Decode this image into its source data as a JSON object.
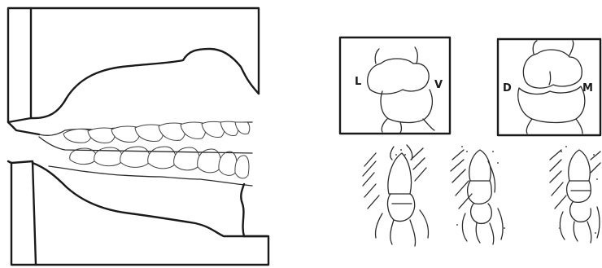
{
  "figure": {
    "panel_left": {
      "labels": [
        "L",
        "V"
      ]
    },
    "panel_right": {
      "labels": [
        "D",
        "M"
      ]
    }
  }
}
